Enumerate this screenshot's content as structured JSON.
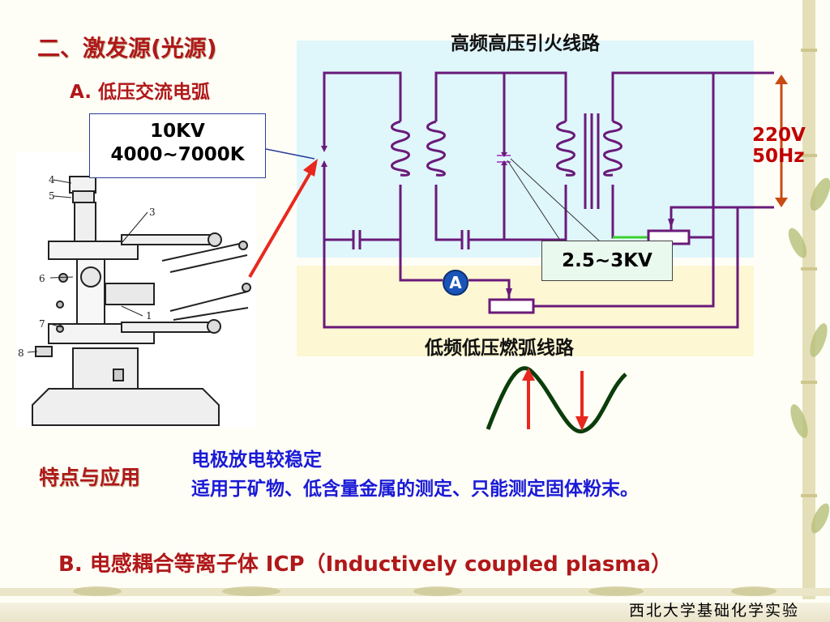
{
  "slide": {
    "title": "二、激发源(光源)",
    "subtitle_a": "A. 低压交流电弧",
    "voltage_box": {
      "line1": "10KV",
      "line2": "4000~7000K"
    },
    "circuit": {
      "top_label": "高频高压引火线路",
      "bottom_label": "低频低压燃弧线路",
      "supply_line1": "220V",
      "supply_line2": "50Hz",
      "kv_label": "2.5~3KV",
      "ammeter_label": "A"
    },
    "apparatus_numbers": [
      "4",
      "5",
      "3",
      "6",
      "1",
      "7",
      "8"
    ],
    "features": {
      "label": "特点与应用",
      "line1": "电极放电较稳定",
      "line2": "适用于矿物、低含量金属的测定、只能测定固体粉末。"
    },
    "section_b": "B. 电感耦合等离子体 ICP（Inductively coupled plasma）",
    "footer": "西北大学基础化学实验"
  },
  "colors": {
    "title_red": "#b0181a",
    "text_blue": "#1a1ad8",
    "wire_purple": "#6a1a7a",
    "high_freq_panel": "#dff6fb",
    "low_freq_panel": "#fdf7d3",
    "arrow_red": "#e8281e",
    "sine_green": "#0b3d0b"
  }
}
